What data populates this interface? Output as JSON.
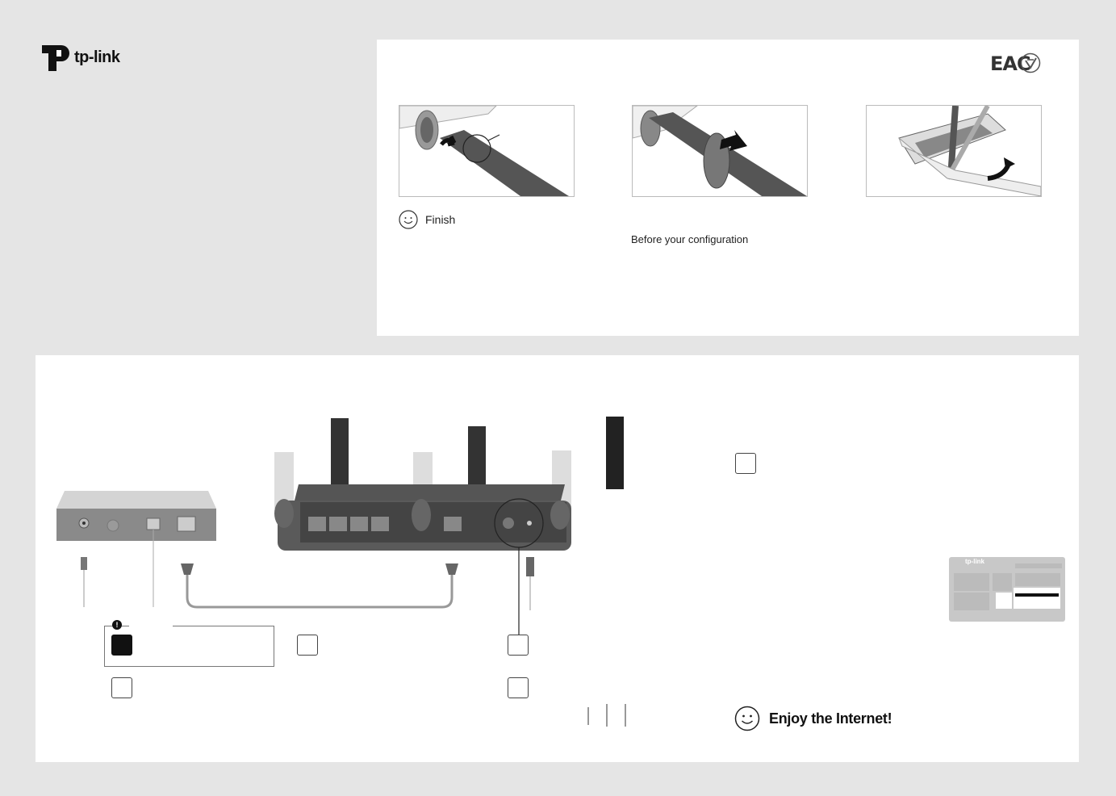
{
  "brand": {
    "name": "tp-link"
  },
  "certifications": {
    "eac": "EAC"
  },
  "installation": {
    "finish_label": "Finish",
    "before_config_label": "Before your configuration"
  },
  "connection": {
    "enjoy_label": "Enjoy the Internet!",
    "web_ui_logo": "tp-link"
  },
  "colors": {
    "background": "#e5e5e5",
    "panel": "#ffffff",
    "device_gray": "#8a8a8a",
    "router_body": "#5a5a5a",
    "cable": "#555555"
  }
}
